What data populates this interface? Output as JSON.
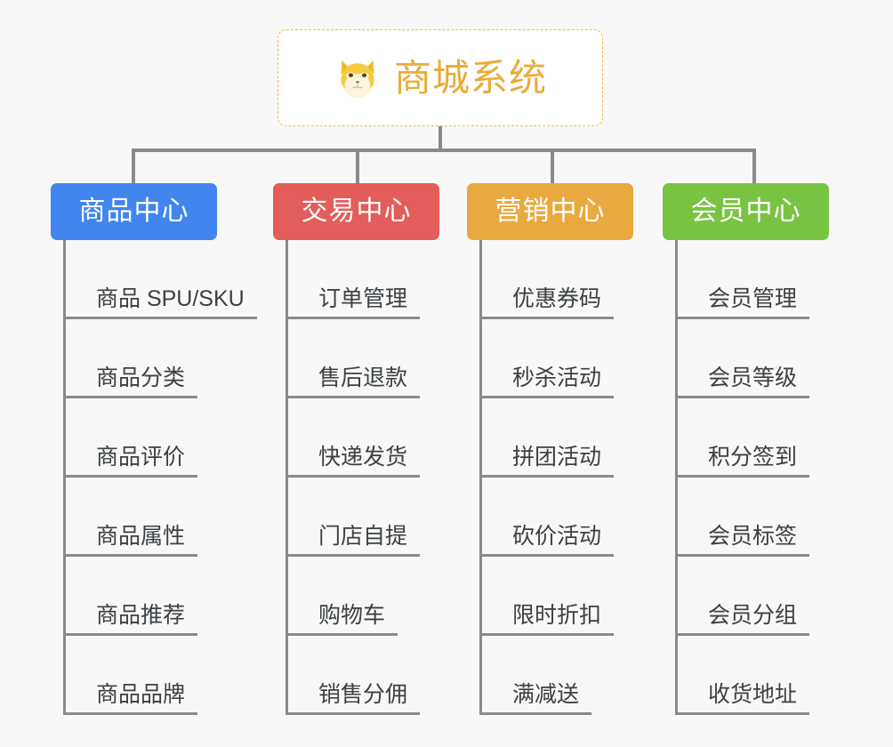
{
  "diagram": {
    "type": "org-chart",
    "background_color": "#f8f8f8",
    "connector_color": "#8a8a8a"
  },
  "root": {
    "title": "商城系统",
    "icon": "shiba-dog-face-emoji",
    "text_color": "#e8ac39",
    "border_color": "#f0b93f",
    "background_color": "#ffffff"
  },
  "categories": [
    {
      "label": "商品中心",
      "color": "#4285ee",
      "items": [
        "商品 SPU/SKU",
        "商品分类",
        "商品评价",
        "商品属性",
        "商品推荐",
        "商品品牌"
      ]
    },
    {
      "label": "交易中心",
      "color": "#e35d5b",
      "items": [
        "订单管理",
        "售后退款",
        "快递发货",
        "门店自提",
        "购物车",
        "销售分佣"
      ]
    },
    {
      "label": "营销中心",
      "color": "#eaa940",
      "items": [
        "优惠券码",
        "秒杀活动",
        "拼团活动",
        "砍价活动",
        "限时折扣",
        "满减送"
      ]
    },
    {
      "label": "会员中心",
      "color": "#79c342",
      "items": [
        "会员管理",
        "会员等级",
        "积分签到",
        "会员标签",
        "会员分组",
        "收货地址"
      ]
    }
  ]
}
